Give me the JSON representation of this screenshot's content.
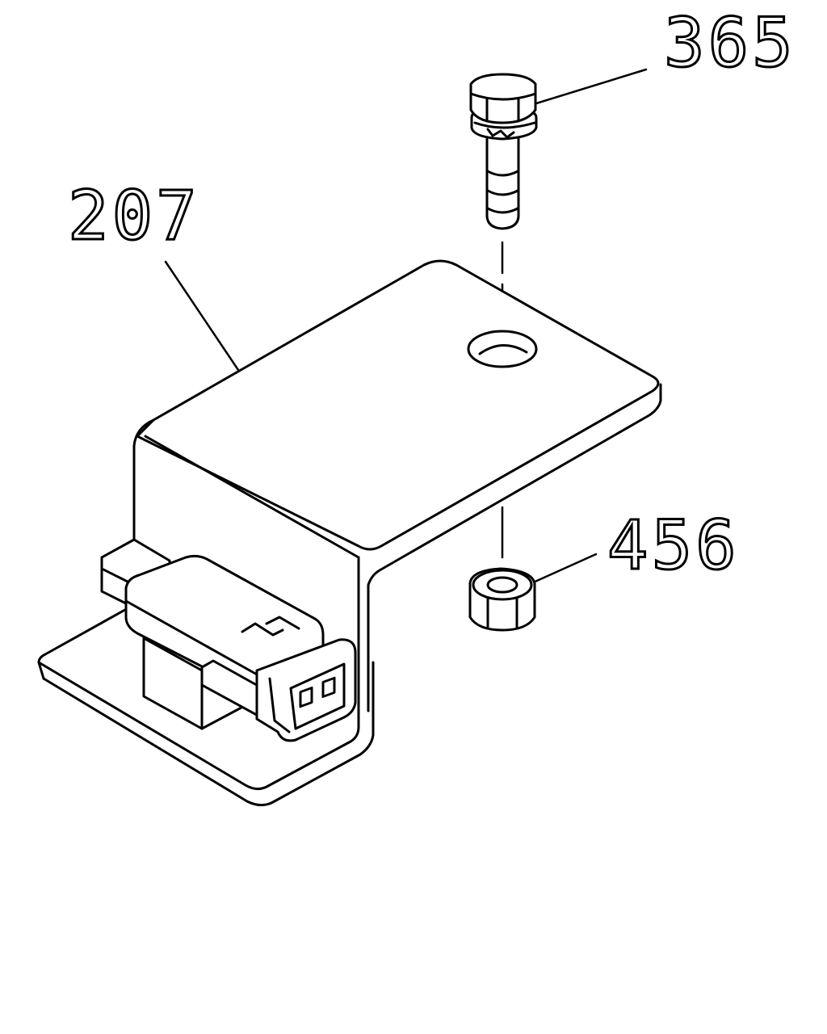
{
  "callouts": {
    "bolt": "365",
    "bracket": "207",
    "nut": "456"
  }
}
